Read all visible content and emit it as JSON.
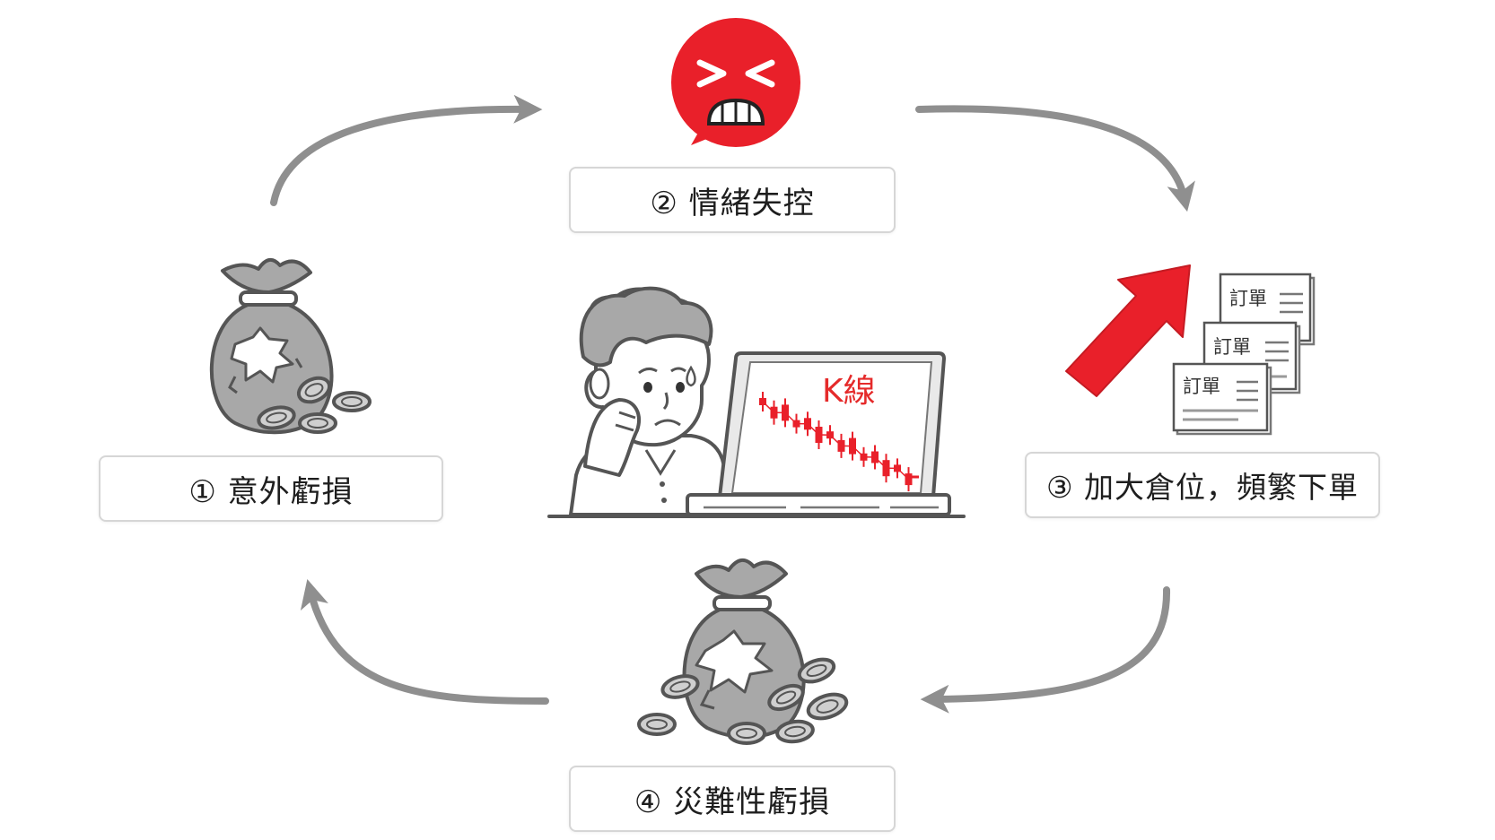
{
  "colors": {
    "accent_red": "#e9202a",
    "arrow_gray": "#8f8f8f",
    "line_dark": "#555555",
    "fill_gray": "#a8a8a8"
  },
  "icons": [
    "angry-face-icon",
    "money-bag-icon",
    "coin-icon",
    "laptop-icon",
    "order-sheet-icon",
    "up-arrow-icon"
  ],
  "steps": [
    {
      "label": "① 意外虧損"
    },
    {
      "label": "② 情緒失控"
    },
    {
      "label": "③ 加大倉位，頻繁下單"
    },
    {
      "label": "④ 災難性虧損"
    }
  ],
  "chart_label": "K線",
  "order_label": "訂單"
}
